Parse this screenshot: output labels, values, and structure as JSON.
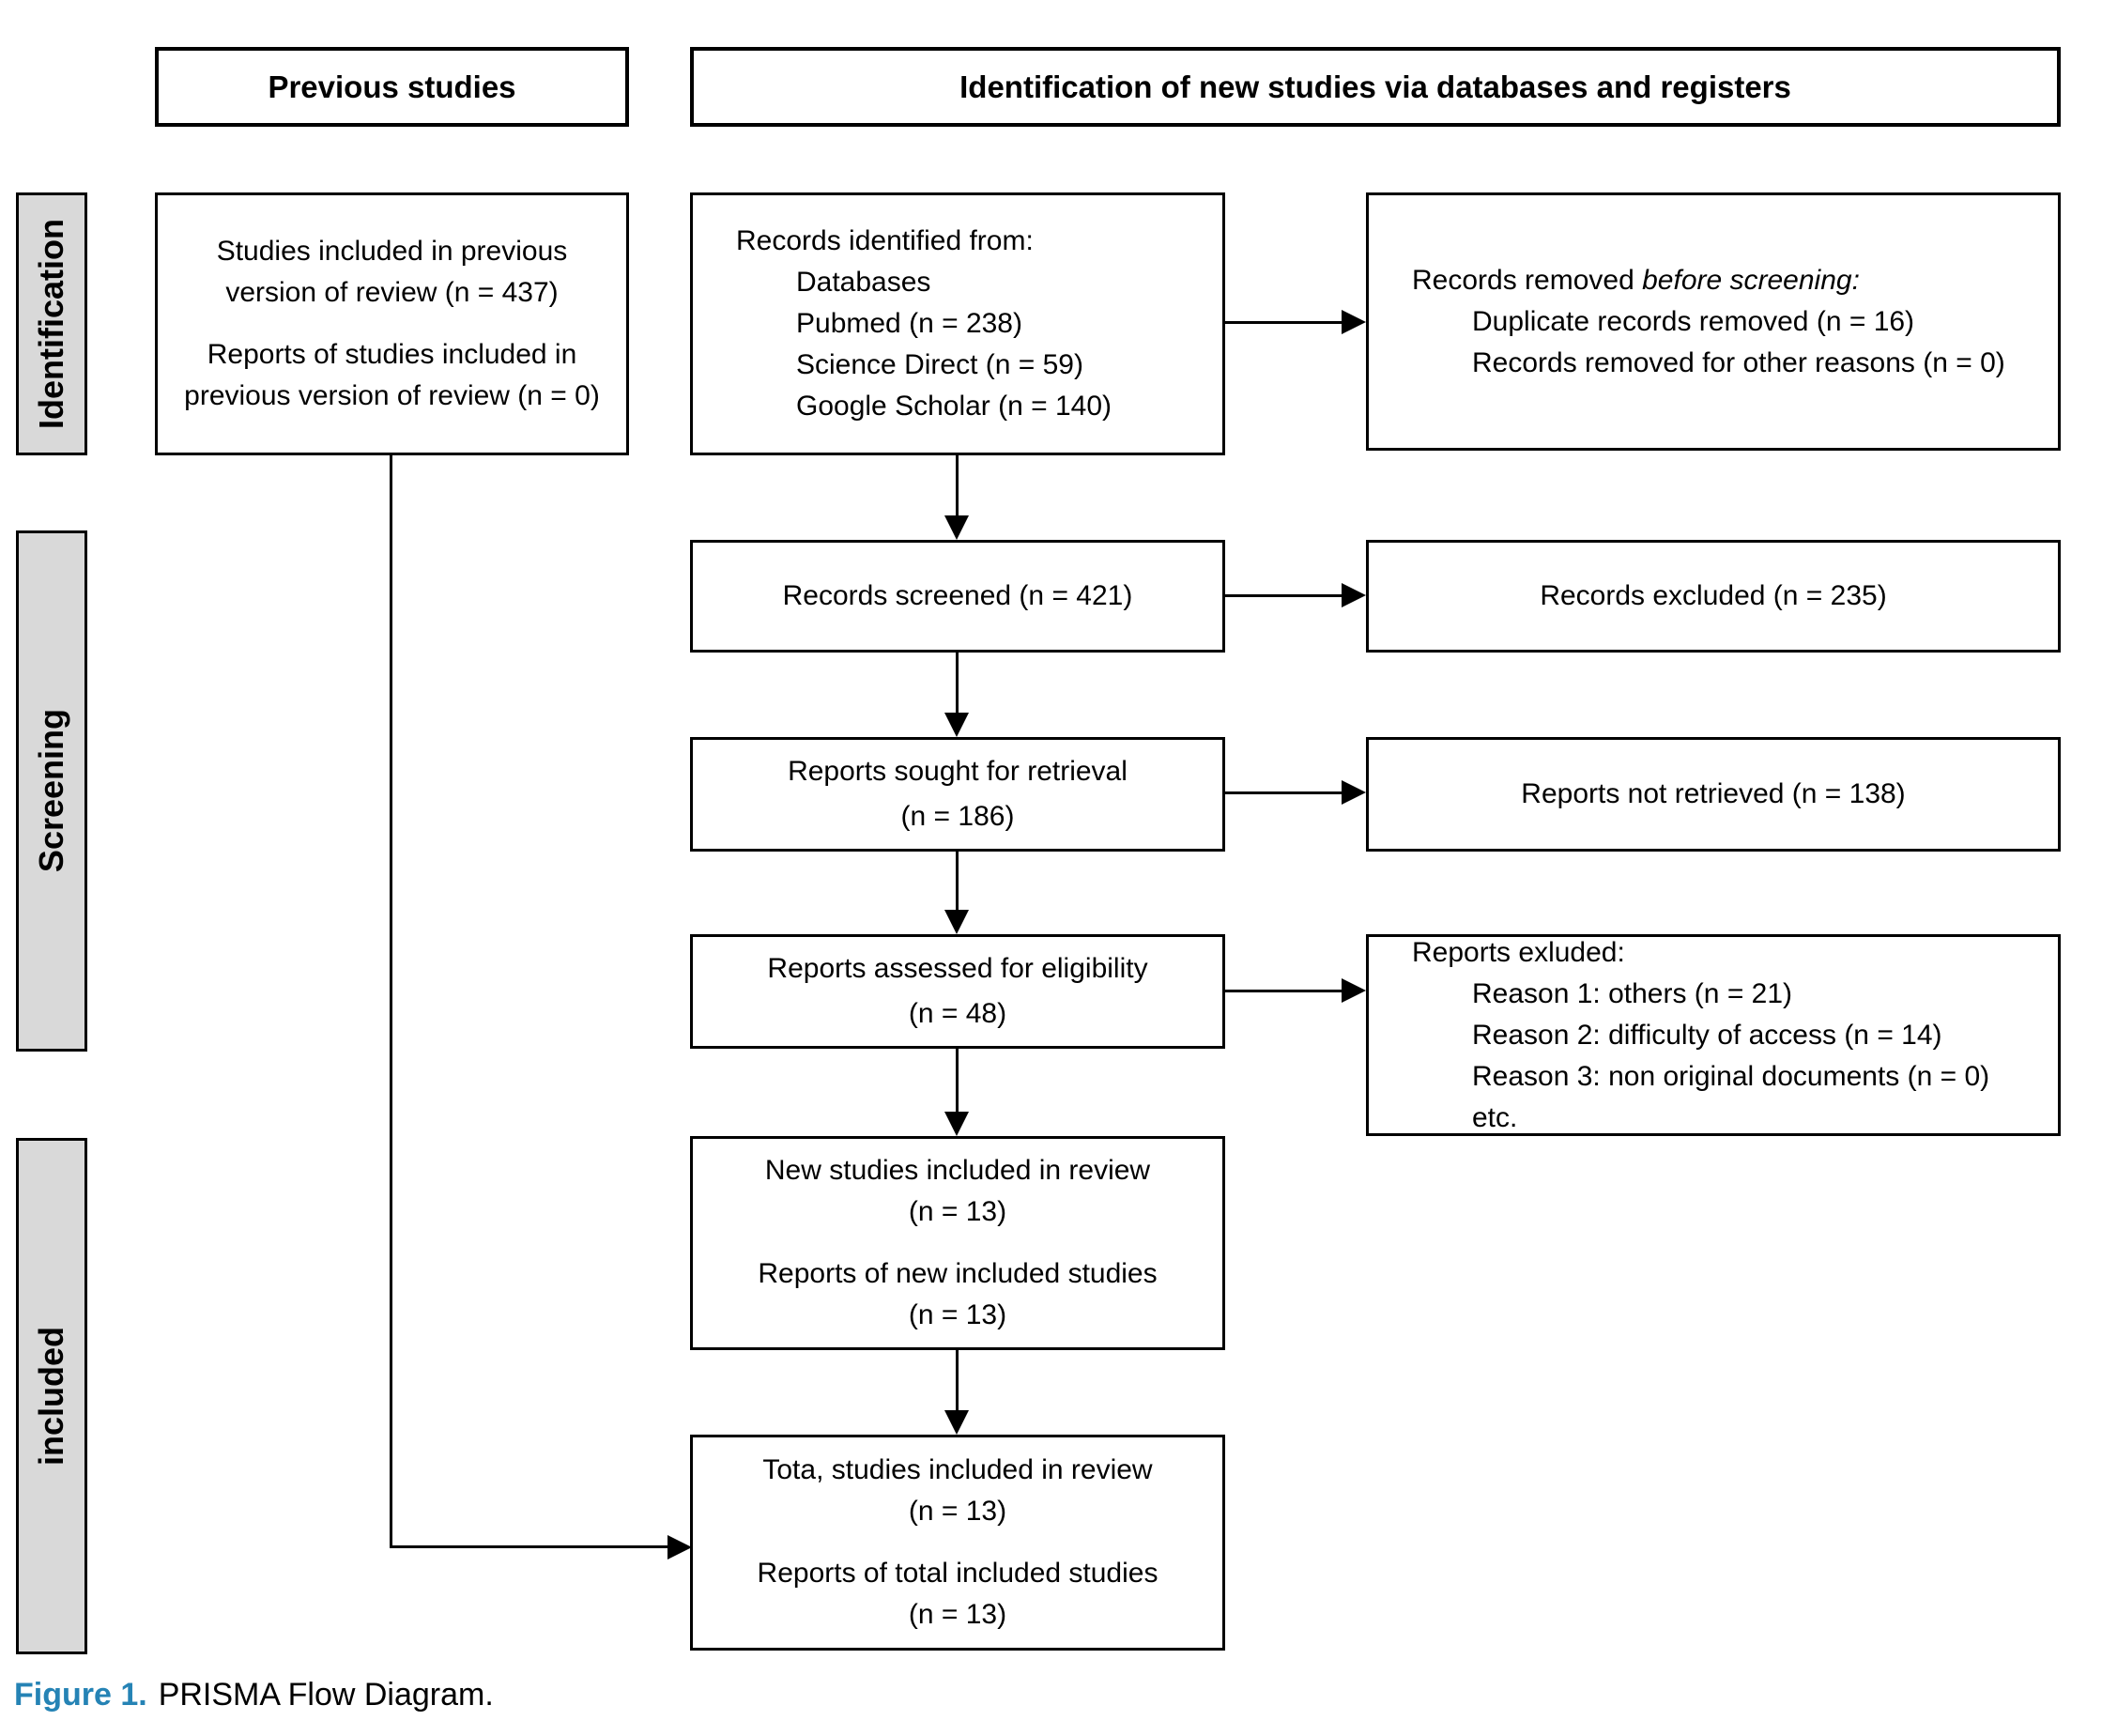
{
  "headers": {
    "previous_studies": "Previous studies",
    "new_studies": "Identification of new studies via databases and registers"
  },
  "side_labels": {
    "identification": "Identification",
    "screening": "Screening",
    "included": "included"
  },
  "boxes": {
    "previous_included": {
      "para1": "Studies included in previous version of review (n = 437)",
      "para2": "Reports of studies included in previous version of review (n = 0)"
    },
    "records_identified": {
      "line0": "Records identified from:",
      "line1": "Databases",
      "line2": "Pubmed (n = 238)",
      "line3": "Science Direct (n = 59)",
      "line4": "Google Scholar (n = 140)"
    },
    "records_removed": {
      "line0_normal": "Records removed ",
      "line0_italic": "before screening:",
      "line1": "Duplicate records removed (n = 16)",
      "line2": "Records removed for other reasons (n = 0)"
    },
    "records_screened": {
      "text": "Records screened (n = 421)"
    },
    "records_excluded": {
      "text": "Records excluded (n = 235)"
    },
    "reports_sought": {
      "line1": "Reports sought for retrieval",
      "line2": "(n = 186)"
    },
    "reports_not_retrieved": {
      "text": "Reports not retrieved (n = 138)"
    },
    "reports_assessed": {
      "line1": "Reports assessed for eligibility",
      "line2": "(n = 48)"
    },
    "reports_excluded": {
      "line0": "Reports exluded:",
      "line1": "Reason 1: others (n = 21)",
      "line2": "Reason 2: difficulty of access (n = 14)",
      "line3": "Reason 3: non original documents (n = 0) etc."
    },
    "new_studies_included": {
      "para1": "New studies included in review",
      "para1n": "(n = 13)",
      "para2": "Reports of new included studies",
      "para2n": "(n = 13)"
    },
    "total_studies": {
      "para1": "Tota, studies included in review",
      "para1n": "(n = 13)",
      "para2": "Reports of total included studies",
      "para2n": "(n = 13)"
    }
  },
  "figure": {
    "caption_label": "Figure 1.",
    "caption_text": "PRISMA Flow Diagram."
  },
  "colors": {
    "bar_gray": "#d9d9d9",
    "caption_blue": "#2583b5",
    "line_black": "#000000"
  }
}
